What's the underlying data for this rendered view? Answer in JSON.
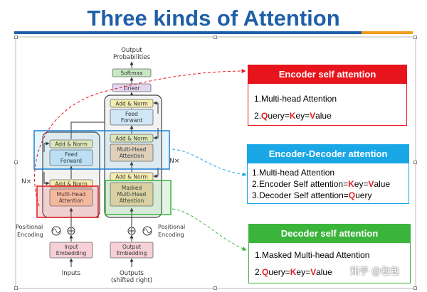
{
  "title": "Three kinds of Attention",
  "colors": {
    "title": "#1f5fa8",
    "bar_blue": "#1f5fa8",
    "bar_orange": "#f39c1e",
    "encoder_self": "#e8141c",
    "encoder_decoder": "#1aa7e6",
    "decoder_self": "#3bb43b",
    "highlight": "#e02020"
  },
  "diagram": {
    "output_probabilities": [
      "Output",
      "Probabilities"
    ],
    "softmax": "Softmax",
    "linear": "Linear",
    "add_norm": "Add & Norm",
    "feed_forward": [
      "Feed",
      "Forward"
    ],
    "multi_head_attention": [
      "Multi-Head",
      "Attention"
    ],
    "masked_multi_head_attention": [
      "Masked",
      "Multi-Head",
      "Attention"
    ],
    "nx": "N×",
    "positional_encoding": [
      "Positional",
      "Encoding"
    ],
    "input_embedding": [
      "Input",
      "Embedding"
    ],
    "output_embedding": [
      "Output",
      "Embedding"
    ],
    "inputs": "Inputs",
    "outputs": [
      "Outputs",
      "(shifted right)"
    ]
  },
  "cards": {
    "encoder_self": {
      "title": "Encoder self attention",
      "line1": "1.Multi-head Attention",
      "line2": {
        "prefix": "2.",
        "q": "Q",
        "q_rest": "uery=",
        "k": "K",
        "k_rest": "ey=",
        "v": "V",
        "v_rest": "alue"
      }
    },
    "encoder_decoder": {
      "title": "Encoder-Decoder attention",
      "line1": "1.Multi-head Attention",
      "line2": {
        "prefix": "2.Encoder Self attention=",
        "k": "K",
        "k_rest": "ey=",
        "v": "V",
        "v_rest": "alue"
      },
      "line3": {
        "prefix": "3.Decoder Self attention=",
        "q": "Q",
        "q_rest": "uery"
      }
    },
    "decoder_self": {
      "title": "Decoder self attention",
      "line1": "1.Masked Multi-head Attention",
      "line2": {
        "prefix": "2.",
        "q": "Q",
        "q_rest": "uery=",
        "k": "K",
        "k_rest": "ey=",
        "v": "V",
        "v_rest": "alue"
      }
    }
  },
  "watermark": "知乎 @包包"
}
